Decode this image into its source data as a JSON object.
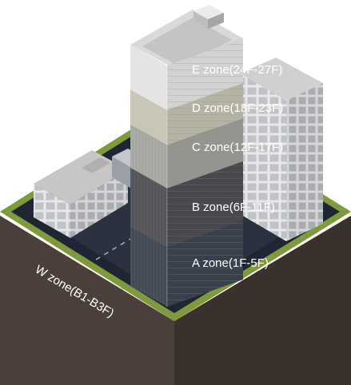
{
  "zones": {
    "e": {
      "label": "E zone(24F-27F)",
      "color": "#e4e4e4"
    },
    "d": {
      "label": "D zone(18F-23F)",
      "color": "#c9c5b6"
    },
    "c": {
      "label": "C zone(12F-17F)",
      "color": "#a8a8a2"
    },
    "b": {
      "label": "B zone(6F-11F)",
      "color": "#54545a"
    },
    "a": {
      "label": "A zone(1F-5F)",
      "color": "#434b57"
    },
    "w": {
      "label": "W zone(B1-B3F)",
      "color": "#4b4039"
    }
  },
  "colors": {
    "grass": "#7f9a3c",
    "road": "#1f2633",
    "ground_front": "#4b4039",
    "ground_side": "#3a312b"
  }
}
